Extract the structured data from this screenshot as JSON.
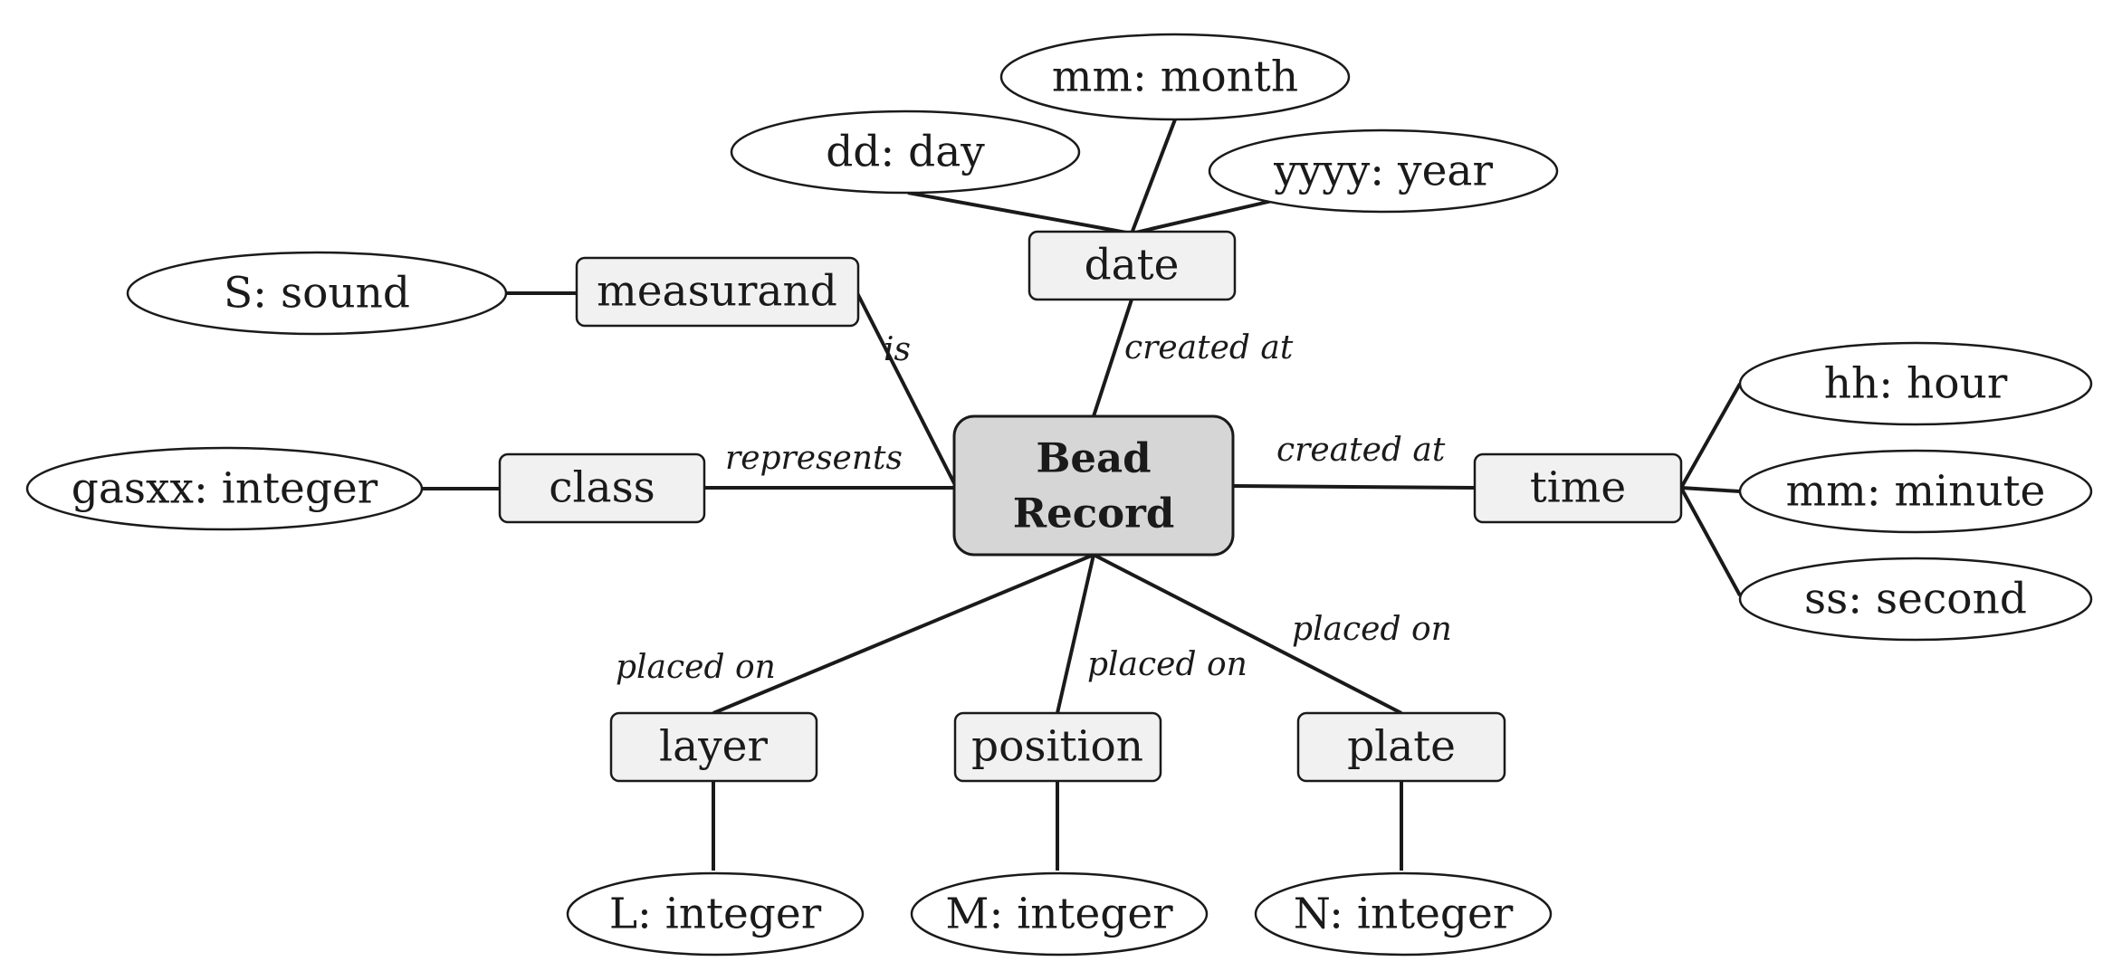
{
  "diagram": {
    "center": {
      "line1": "Bead",
      "line2": "Record"
    },
    "entities": {
      "date": "date",
      "measurand": "measurand",
      "class": "class",
      "time": "time",
      "layer": "layer",
      "position": "position",
      "plate": "plate"
    },
    "attributes": {
      "month": "mm: month",
      "day": "dd: day",
      "year": "yyyy: year",
      "sound": "S: sound",
      "gasxx": "gasxx: integer",
      "hour": "hh: hour",
      "minute": "mm: minute",
      "second": "ss: second",
      "layer_int": "L: integer",
      "position_int": "M: integer",
      "plate_int": "N: integer"
    },
    "relations": {
      "measurand": "is",
      "date": "created at",
      "class": "represents",
      "time": "created at",
      "layer": "placed on",
      "position": "placed on",
      "plate": "placed on"
    }
  }
}
